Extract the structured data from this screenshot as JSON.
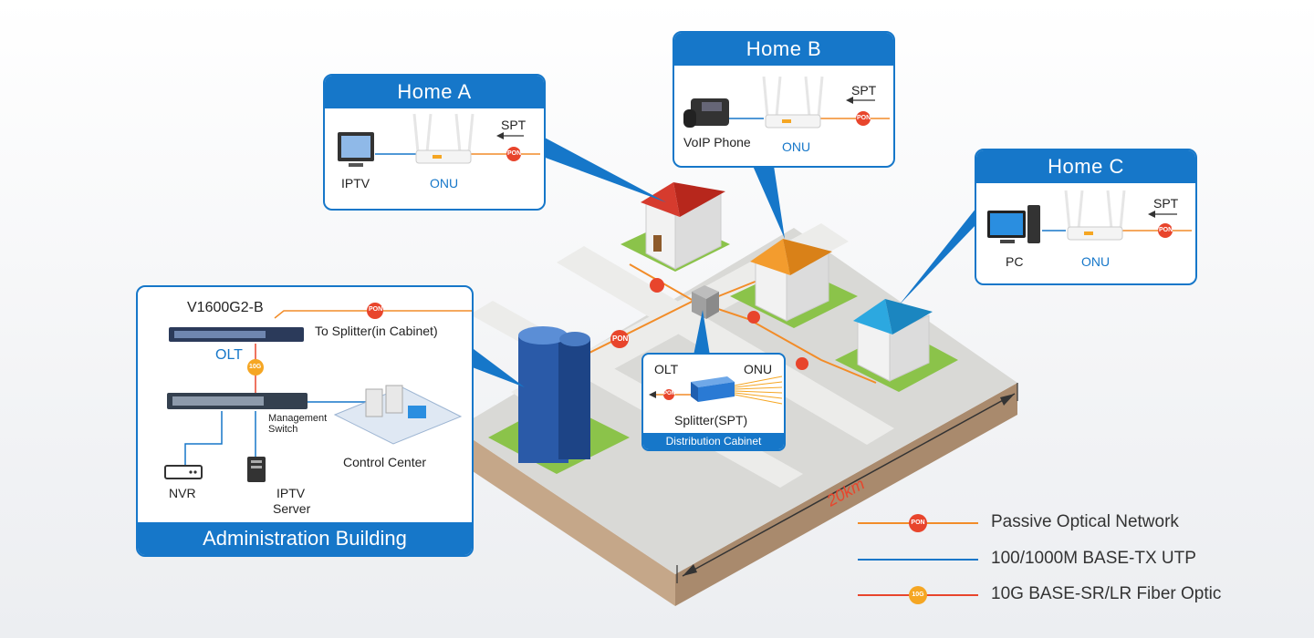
{
  "home_a": {
    "title": "Home A",
    "device_label": "IPTV",
    "onu_label": "ONU",
    "spt_label": "SPT",
    "pon_badge": "PON"
  },
  "home_b": {
    "title": "Home B",
    "device_label": "VoIP Phone",
    "onu_label": "ONU",
    "spt_label": "SPT",
    "pon_badge": "PON"
  },
  "home_c": {
    "title": "Home C",
    "device_label": "PC",
    "onu_label": "ONU",
    "spt_label": "SPT",
    "pon_badge": "PON"
  },
  "admin": {
    "footer": "Administration Building",
    "olt_model": "V1600G2-B",
    "olt_label": "OLT",
    "splitter_label": "To Splitter(in Cabinet)",
    "pon_badge": "PON",
    "tenG_badge": "10G",
    "switch_label_1": "Management",
    "switch_label_2": "Switch",
    "control_center": "Control Center",
    "nvr": "NVR",
    "iptv_server_1": "IPTV",
    "iptv_server_2": "Server"
  },
  "cabinet": {
    "olt": "OLT",
    "onu": "ONU",
    "splitter": "Splitter(SPT)",
    "footer": "Distribution Cabinet",
    "pon_badge": "PON"
  },
  "map": {
    "distance": "20km",
    "pon_badge": "PON"
  },
  "legend": [
    {
      "badge": "PON",
      "text": "Passive Optical Network",
      "color": "#f28c28",
      "badge_color": "#e8452c"
    },
    {
      "badge": "",
      "text": "100/1000M BASE-TX UTP",
      "color": "#1677c9",
      "badge_color": ""
    },
    {
      "badge": "10G",
      "text": "10G BASE-SR/LR Fiber Optic",
      "color": "#e8452c",
      "badge_color": "#f5a623"
    }
  ],
  "colors": {
    "accent": "#1677c9",
    "pon": "#e8452c",
    "fiber": "#f28c28",
    "tenG": "#f5a623"
  },
  "icons": [
    "tv-icon",
    "router-icon",
    "phone-icon",
    "pc-icon",
    "olt-icon",
    "switch-icon",
    "nvr-icon",
    "server-icon",
    "building-icon",
    "house-icon",
    "cabinet-icon"
  ]
}
